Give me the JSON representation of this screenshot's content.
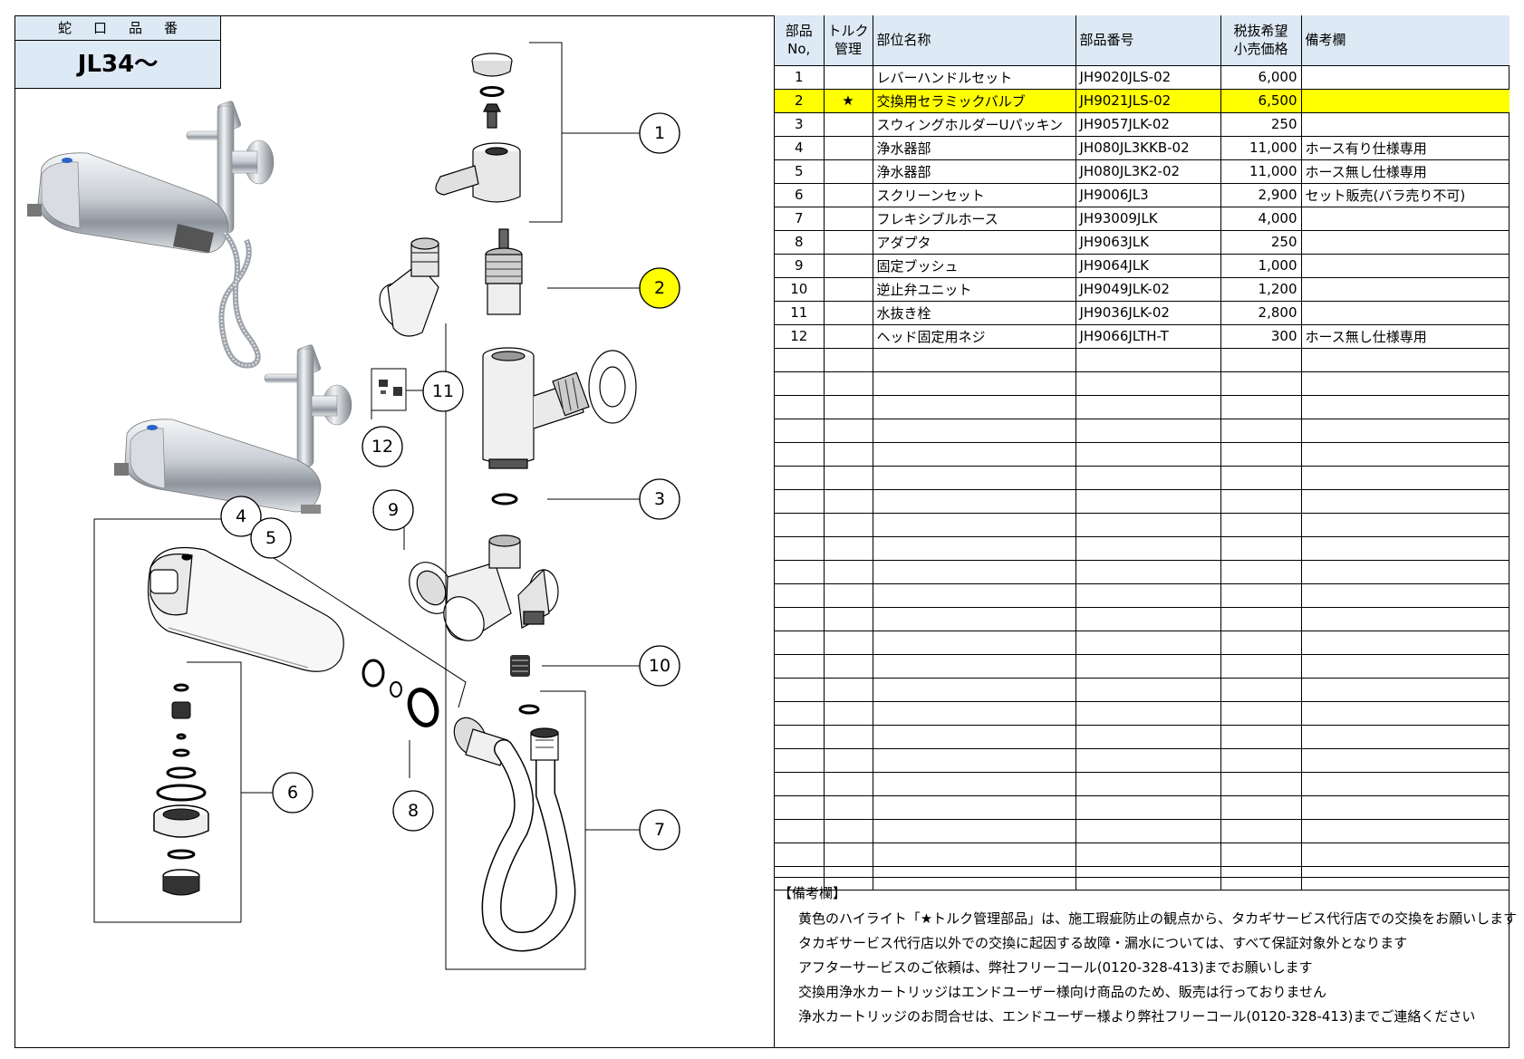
{
  "model": {
    "label": "蛇口品番",
    "value": "JL34～"
  },
  "table": {
    "headers": {
      "no": [
        "部品",
        "No,"
      ],
      "torque": [
        "トルク",
        "管理"
      ],
      "name": "部位名称",
      "part_number": "部品番号",
      "price": [
        "税抜希望",
        "小売価格"
      ],
      "remarks": "備考欄"
    },
    "rows": [
      {
        "no": "1",
        "torque": "",
        "name": "レバーハンドルセット",
        "part_number": "JH9020JLS-02",
        "price": "6,000",
        "remarks": ""
      },
      {
        "no": "2",
        "torque": "★",
        "name": "交換用セラミックバルブ",
        "part_number": "JH9021JLS-02",
        "price": "6,500",
        "remarks": ""
      },
      {
        "no": "3",
        "torque": "",
        "name": "スウィングホルダーUパッキン",
        "part_number": "JH9057JLK-02",
        "price": "250",
        "remarks": ""
      },
      {
        "no": "4",
        "torque": "",
        "name": "浄水器部",
        "part_number": "JH080JL3KKB-02",
        "price": "11,000",
        "remarks": "ホース有り仕様専用"
      },
      {
        "no": "5",
        "torque": "",
        "name": "浄水器部",
        "part_number": "JH080JL3K2-02",
        "price": "11,000",
        "remarks": "ホース無し仕様専用"
      },
      {
        "no": "6",
        "torque": "",
        "name": "スクリーンセット",
        "part_number": "JH9006JL3",
        "price": "2,900",
        "remarks": "セット販売(バラ売り不可)"
      },
      {
        "no": "7",
        "torque": "",
        "name": "フレキシブルホース",
        "part_number": "JH93009JLK",
        "price": "4,000",
        "remarks": ""
      },
      {
        "no": "8",
        "torque": "",
        "name": "アダプタ",
        "part_number": "JH9063JLK",
        "price": "250",
        "remarks": ""
      },
      {
        "no": "9",
        "torque": "",
        "name": "固定ブッシュ",
        "part_number": "JH9064JLK",
        "price": "1,000",
        "remarks": ""
      },
      {
        "no": "10",
        "torque": "",
        "name": "逆止弁ユニット",
        "part_number": "JH9049JLK-02",
        "price": "1,200",
        "remarks": ""
      },
      {
        "no": "11",
        "torque": "",
        "name": "水抜き栓",
        "part_number": "JH9036JLK-02",
        "price": "2,800",
        "remarks": ""
      },
      {
        "no": "12",
        "torque": "",
        "name": "ヘッド固定用ネジ",
        "part_number": "JH9066JLTH-T",
        "price": "300",
        "remarks": "ホース無し仕様専用"
      }
    ],
    "highlight_color": "#ffff00",
    "header_color": "#dde9f5"
  },
  "notes": {
    "title": "【備考欄】",
    "lines": [
      "黄色のハイライト「★トルク管理部品」は、施工瑕疵防止の観点から、タカギサービス代行店での交換をお願いします",
      "タカギサービス代行店以外での交換に起因する故障・漏水については、すべて保証対象外となります",
      "アフターサービスのご依頼は、弊社フリーコール(0120-328-413)までお願いします",
      "交換用浄水カートリッジはエンドユーザー様向け商品のため、販売は行っておりません",
      "浄水カートリッジのお問合せは、エンドユーザー様より弊社フリーコール(0120-328-413)までご連絡ください"
    ]
  },
  "callouts": [
    "1",
    "2",
    "3",
    "4",
    "5",
    "6",
    "7",
    "8",
    "9",
    "10",
    "11",
    "12"
  ],
  "highlighted_callout": "2"
}
